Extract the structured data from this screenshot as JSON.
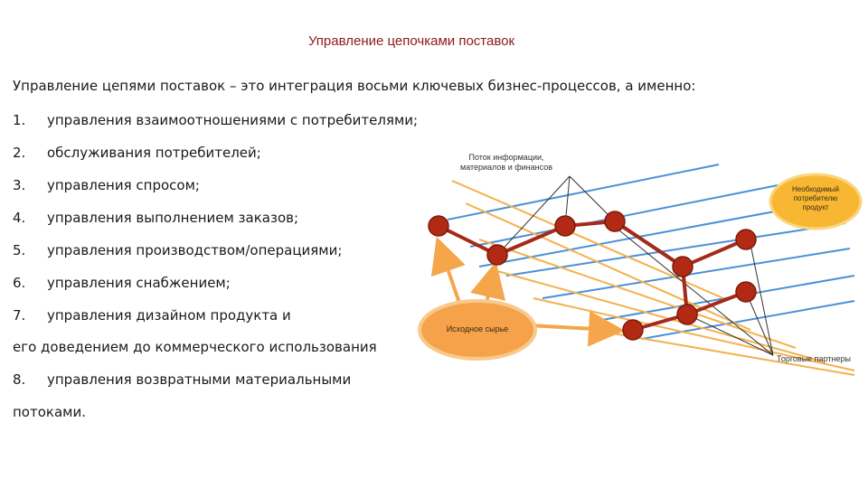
{
  "title": "Управление цепочками поставок",
  "intro": "Управление цепями поставок – это интеграция восьми ключевых бизнес-процессов, а именно:",
  "items": [
    {
      "num": "1.",
      "text": "управления взаимоотношениями с потребителями;"
    },
    {
      "num": "2.",
      "text": "обслуживания потребителей;"
    },
    {
      "num": "3.",
      "text": "управления спросом;"
    },
    {
      "num": "4.",
      "text": "управления выполнением заказов;"
    },
    {
      "num": "5.",
      "text": "управления производством/операциями;"
    },
    {
      "num": "6.",
      "text": "управления снабжением;"
    },
    {
      "num": "7.",
      "text": "управления дизайном продукта и"
    },
    {
      "num": "",
      "text": "его доведением до коммерческого использования"
    },
    {
      "num": "8.",
      "text": "управления возвратными материальными"
    },
    {
      "num": "",
      "text": "потоками."
    }
  ],
  "diagram": {
    "flow_label_line1": "Поток информации,",
    "flow_label_line2": "материалов и финансов",
    "customer_line1": "Необходимый",
    "customer_line2": "потребителю",
    "customer_line3": "продукт",
    "raw_material": "Исходное сырье",
    "partners": "Торговые партнеры",
    "colors": {
      "node": "#b22a14",
      "chain": "#a52a1a",
      "blue_grid": "#4a90d9",
      "orange_grid": "#f3b14c",
      "raw_bubble": "#f5a24a",
      "customer_bubble": "#f7b733",
      "arrow": "#f5a54a"
    }
  }
}
